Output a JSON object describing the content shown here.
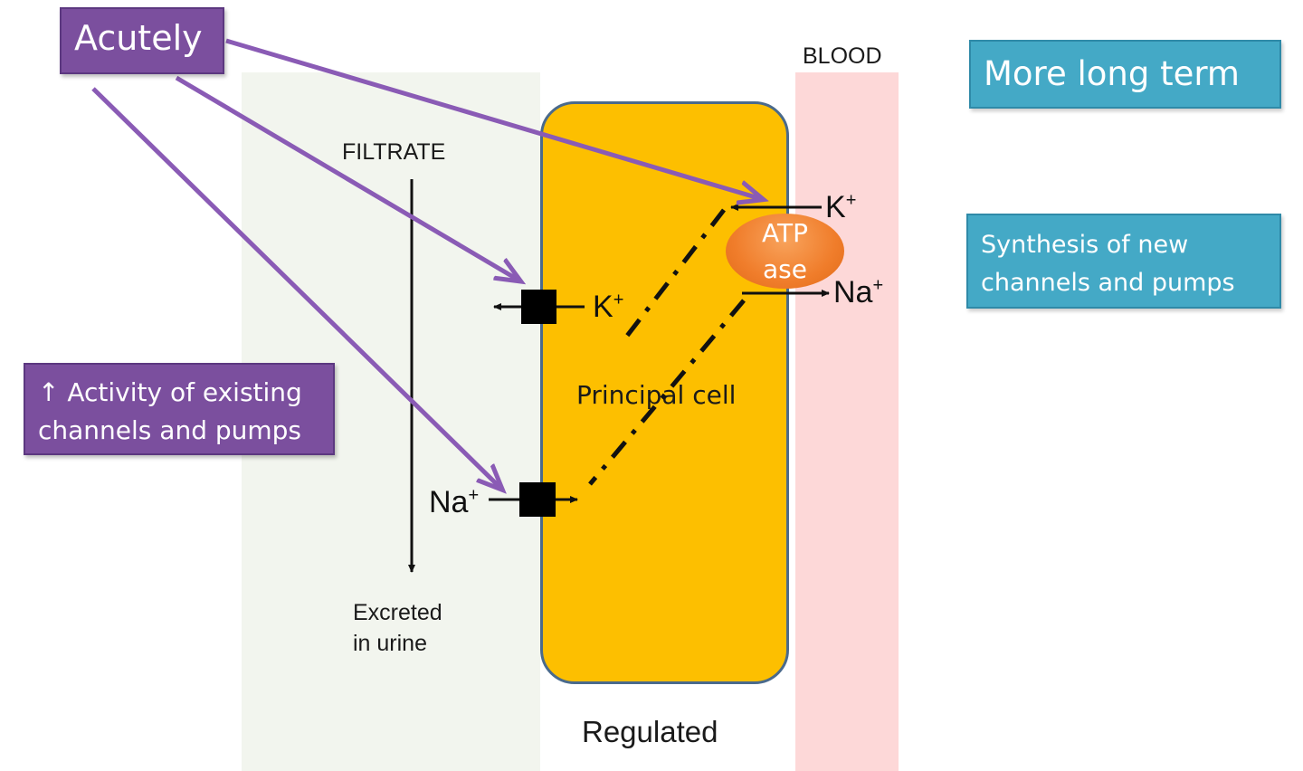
{
  "zones": {
    "filtrate_label": "FILTRATE",
    "blood_label": "BLOOD",
    "excreted_label_line1": "Excreted",
    "excreted_label_line2": "in urine",
    "regulated_label": "Regulated"
  },
  "cell": {
    "label": "Principal  cell",
    "atpase_line1": "ATP",
    "atpase_line2": "ase"
  },
  "ions": {
    "k_symbol": "K",
    "na_symbol": "Na",
    "charge": "+"
  },
  "boxes": {
    "acutely": "Acutely",
    "activity_line1": "↑ Activity of existing",
    "activity_line2": "channels and pumps",
    "long_term": "More long term",
    "synthesis_line1": "Synthesis of new",
    "synthesis_line2": "channels and pumps"
  },
  "colors": {
    "cell_fill": "#fdbf00",
    "filtrate_fill": "#f2f5ee",
    "blood_fill": "#fdd8d8",
    "purple": "#7b4f9e",
    "arrow_purple": "#8a5bb5",
    "teal": "#44a9c6",
    "atpase": "#f07d2b"
  }
}
